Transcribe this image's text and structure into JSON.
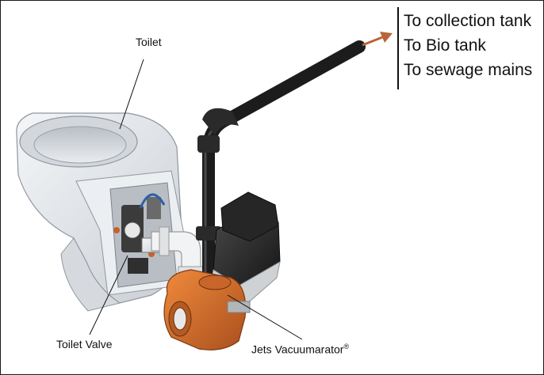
{
  "labels": {
    "toilet": "Toilet",
    "toilet_valve": "Toilet Valve",
    "vacuumarator": "Jets Vacuumarator",
    "vacuumarator_mark": "®"
  },
  "destinations": [
    "To collection tank",
    "To Bio tank",
    "To sewage mains"
  ],
  "colors": {
    "arrow": "#b8643a",
    "pump_body": "#d9742e",
    "motor": "#2b2b2b",
    "pipe": "#1c1c1c",
    "toilet": "#e6e9ec",
    "fitting": "#f0f0f0"
  }
}
